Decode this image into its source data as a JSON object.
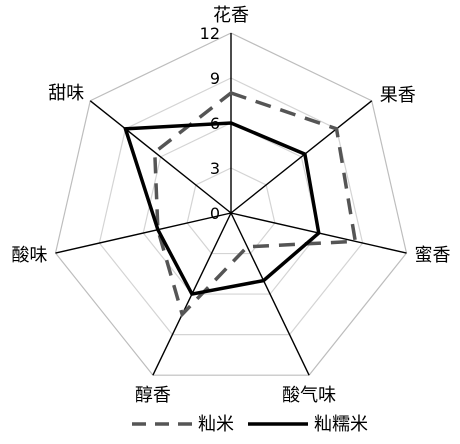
{
  "chart_data": {
    "type": "radar",
    "title": "",
    "axes": [
      "花香",
      "果香",
      "蜜香",
      "酸气味",
      "醇香",
      "酸味",
      "甜味"
    ],
    "rlim": [
      0,
      12
    ],
    "ticks": [
      "0",
      "3",
      "6",
      "9",
      "12"
    ],
    "tick_values": [
      0,
      3,
      6,
      9,
      12
    ],
    "grid": true,
    "legend_position": "bottom",
    "series": [
      {
        "name": "籼米",
        "values": [
          8.0,
          9.0,
          8.5,
          2.5,
          7.5,
          5.0,
          6.5
        ],
        "style": "dashed",
        "color": "#555555"
      },
      {
        "name": "籼糯米",
        "values": [
          6.0,
          6.3,
          6.0,
          5.0,
          6.0,
          5.0,
          9.0
        ],
        "style": "solid",
        "color": "#000000"
      }
    ]
  }
}
